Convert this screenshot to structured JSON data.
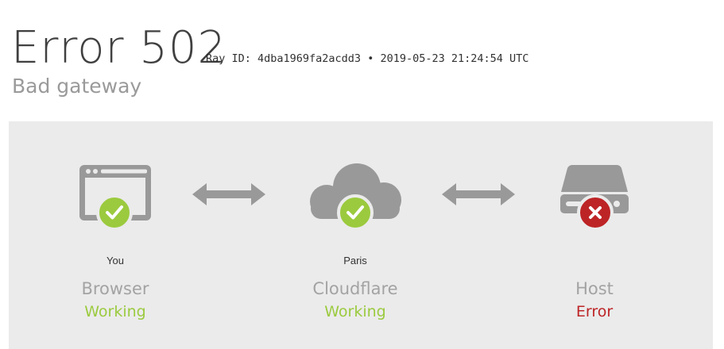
{
  "header": {
    "title": "Error 502",
    "ray_line": "Ray ID: 4dba1969fa2acdd3 • 2019-05-23 21:24:54 UTC",
    "subtitle": "Bad gateway"
  },
  "nodes": [
    {
      "location": "You",
      "name": "Browser",
      "status": "Working",
      "state": "ok",
      "icon": "browser-icon"
    },
    {
      "location": "Paris",
      "name": "Cloudflare",
      "status": "Working",
      "state": "ok",
      "icon": "cloud-icon"
    },
    {
      "location": "",
      "name": "Host",
      "status": "Error",
      "state": "error",
      "icon": "server-icon"
    }
  ],
  "colors": {
    "ok": "#9bca3e",
    "error": "#bd2426",
    "icon_gray": "#999999",
    "panel_bg": "#ebebeb"
  }
}
